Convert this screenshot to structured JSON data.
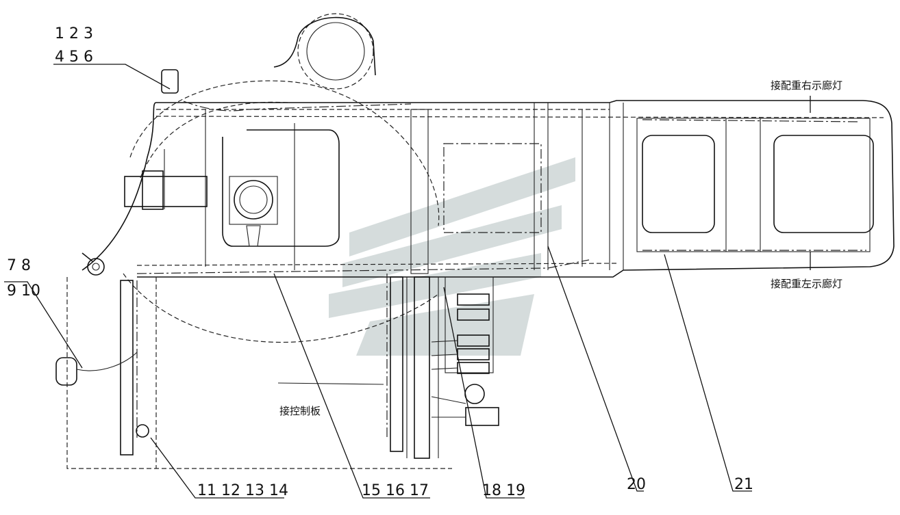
{
  "callouts": {
    "c1": "1  2  3",
    "c2": "4  5  6",
    "c3": "7  8",
    "c4": "9  10",
    "c5": "11  12  13  14",
    "c6": "15  16  17",
    "c7": "18  19",
    "c8": "20",
    "c9": "21"
  },
  "notes": {
    "right_gallery_light": "接配重右示廊灯",
    "left_gallery_light": "接配重左示廊灯",
    "control_board": "接控制板"
  }
}
